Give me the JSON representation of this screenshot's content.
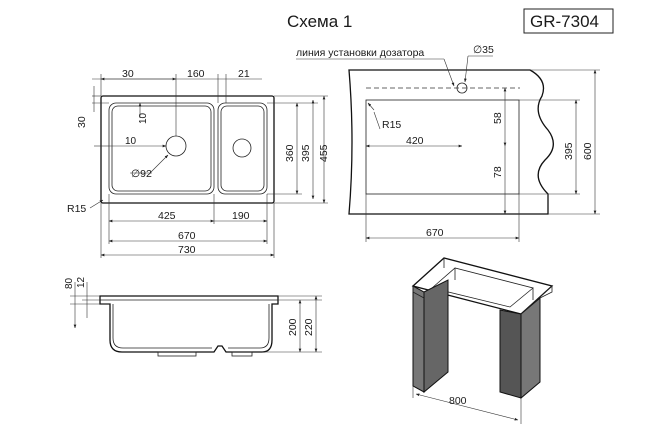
{
  "header": {
    "title": "Схема 1",
    "model": "GR-7304"
  },
  "top_view": {
    "dim_30_top": "30",
    "dim_160": "160",
    "dim_21": "21",
    "dim_30_left": "30",
    "dim_10_a": "10",
    "dim_10_b": "10",
    "dim_diam_92": "∅92",
    "dim_360": "360",
    "dim_395": "395",
    "dim_455": "455",
    "dim_r15": "R15",
    "dim_425": "425",
    "dim_190": "190",
    "dim_670": "670",
    "dim_730": "730"
  },
  "cutout_view": {
    "dispenser_label": "линия установки дозатора",
    "dim_diam_35": "∅35",
    "dim_r15": "R15",
    "dim_420": "420",
    "dim_58": "58",
    "dim_78": "78",
    "dim_395": "395",
    "dim_600": "600",
    "dim_670": "670"
  },
  "side_view": {
    "dim_80": "80",
    "dim_12": "12",
    "dim_200": "200",
    "dim_220": "220"
  },
  "cabinet_view": {
    "dim_800": "800"
  }
}
